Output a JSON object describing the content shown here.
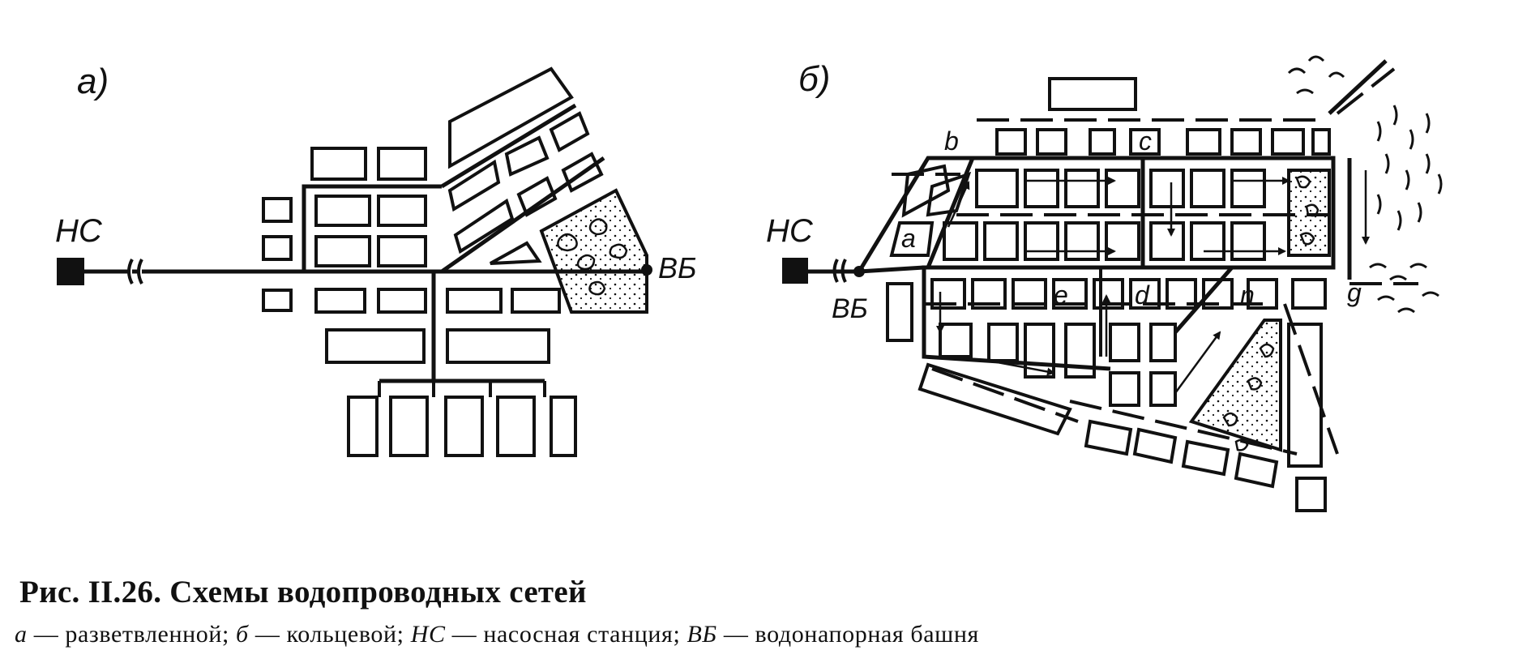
{
  "panels": {
    "a": {
      "label": "а)",
      "pump_station": "НС",
      "water_tower": "ВБ"
    },
    "b": {
      "label": "б)",
      "pump_station": "НС",
      "water_tower": "ВБ",
      "node_labels": [
        "b",
        "c",
        "a",
        "e",
        "d",
        "n",
        "g"
      ]
    }
  },
  "caption": {
    "title": "Рис. II.26. Схемы водопроводных сетей",
    "legend": [
      {
        "key": "а",
        "text": " — разветвленной; "
      },
      {
        "key": "б",
        "text": " — кольцевой; "
      },
      {
        "key": "НС",
        "text": " — насосная  станция; "
      },
      {
        "key": "ВБ",
        "text": " — водонапорная  башня"
      }
    ]
  },
  "colors": {
    "ink": "#111111",
    "paper": "#ffffff"
  },
  "icons": [
    "pump-station-square-icon",
    "water-tower-dot-icon",
    "flow-arrow-icon",
    "park-pattern-icon"
  ]
}
